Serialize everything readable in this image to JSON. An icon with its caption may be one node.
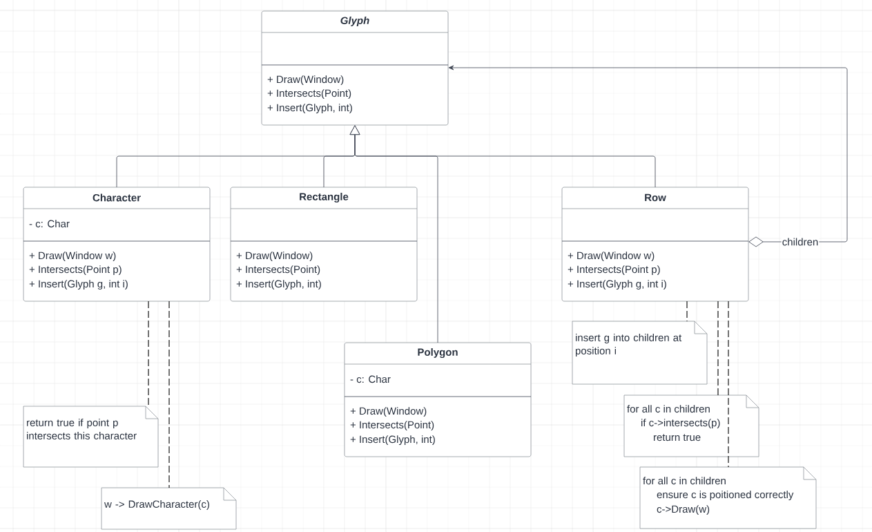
{
  "diagram": {
    "nodes": [
      {
        "text": [
          "Glyph",
          "+ Draw(Window)",
          "+ Intersects(Point)",
          "+ Insert(Glyph, int)"
        ]
      },
      {
        "text": [
          "Character",
          "- c: Char",
          "+ Draw(Window w)",
          "+ Intersects(Point p)",
          "+ Insert(Glyph g, int i)"
        ]
      },
      {
        "text": [
          "Rectangle",
          "+ Draw(Window)",
          "+ Intersects(Point)",
          "+ Insert(Glyph, int)"
        ]
      },
      {
        "text": [
          "Polygon",
          "- c: Char",
          "+ Draw(Window)",
          "+ Intersects(Point)",
          "+ Insert(Glyph, int)"
        ]
      },
      {
        "text": [
          "Row",
          "+ Draw(Window w)",
          "+ Intersects(Point p)",
          "+ Insert(Glyph g, int i)"
        ]
      },
      {
        "text": [
          "return true if point p intersects this character"
        ]
      },
      {
        "text": [
          "w -> DrawCharacter(c)"
        ]
      },
      {
        "text": [
          "insert g into children at position i"
        ]
      },
      {
        "text": [
          "for all c in children",
          "if c->intersects(p)",
          "return true"
        ]
      },
      {
        "text": [
          "for all c in children",
          "ensure c is poitioned correctly",
          "c->Draw(w)"
        ]
      }
    ],
    "edges": [
      {
        "from": 1,
        "to": 0,
        "arrow": "to"
      },
      {
        "from": 2,
        "to": 0,
        "arrow": "to"
      },
      {
        "from": 3,
        "to": 0,
        "arrow": "to"
      },
      {
        "from": 4,
        "to": 0,
        "arrow": "to"
      },
      {
        "from": 4,
        "to": 0,
        "arrow": "to",
        "label": "children"
      },
      {
        "from": 1,
        "to": 5,
        "arrow": "none",
        "style": "dashed"
      },
      {
        "from": 1,
        "to": 6,
        "arrow": "none",
        "style": "dashed"
      },
      {
        "from": 4,
        "to": 7,
        "arrow": "none",
        "style": "dashed"
      },
      {
        "from": 4,
        "to": 8,
        "arrow": "none",
        "style": "dashed"
      },
      {
        "from": 4,
        "to": 9,
        "arrow": "none",
        "style": "dashed"
      }
    ]
  }
}
